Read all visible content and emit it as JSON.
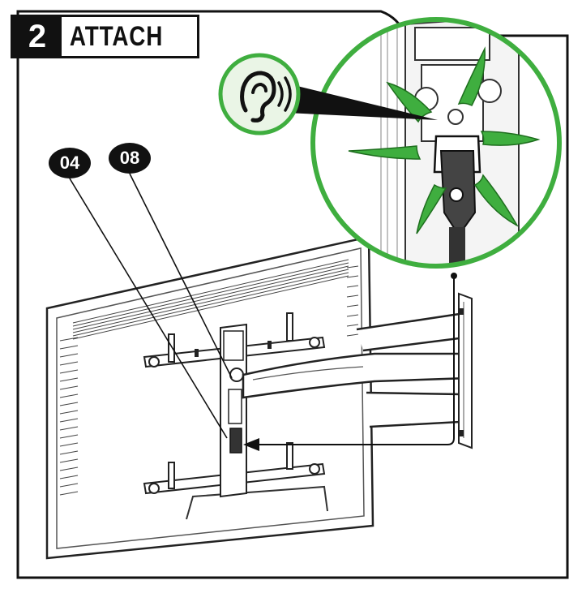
{
  "step": {
    "number": "2",
    "title": "ATTACH"
  },
  "callouts": [
    {
      "label": "04"
    },
    {
      "label": "08"
    }
  ],
  "icons": {
    "listen": "ear-listen-icon"
  },
  "colors": {
    "accent": "#3fae3f",
    "accent_light": "#eaf5e6",
    "ink": "#111111"
  }
}
